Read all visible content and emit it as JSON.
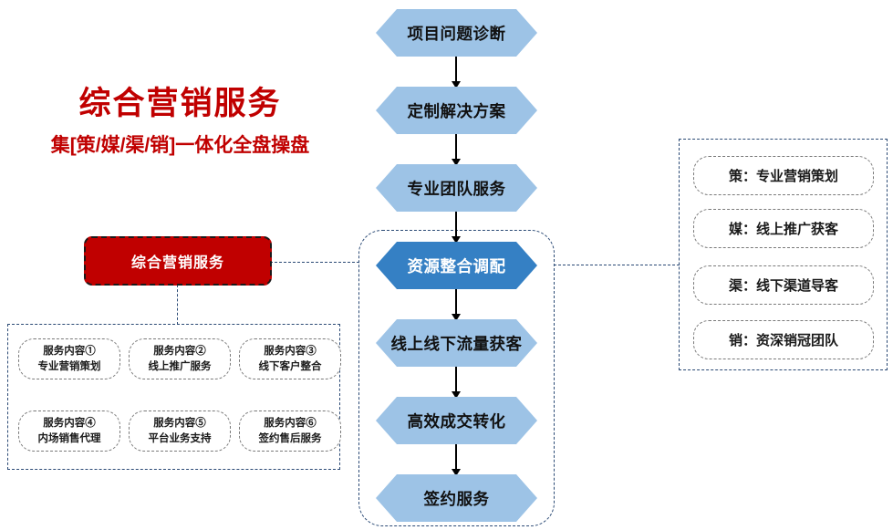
{
  "brand": {
    "title": "综合营销服务",
    "subtitle": "集[策/媒/渠/销]一体化全盘操盘",
    "color": "#c00000"
  },
  "core": {
    "label": "综合营销服务",
    "fill": "#c00000",
    "text_color": "#ffffff"
  },
  "flow": {
    "accent_light": "#9dc3e6",
    "accent_dark": "#3580c4",
    "nodes": [
      {
        "label": "项目问题诊断",
        "active": false
      },
      {
        "label": "定制解决方案",
        "active": false
      },
      {
        "label": "专业团队服务",
        "active": false
      },
      {
        "label": "资源整合调配",
        "active": true
      },
      {
        "label": "线上线下流量获客",
        "active": false
      },
      {
        "label": "高效成交转化",
        "active": false
      },
      {
        "label": "签约服务",
        "active": false
      }
    ]
  },
  "services": {
    "items": [
      {
        "title": "服务内容①",
        "desc": "专业营销策划"
      },
      {
        "title": "服务内容②",
        "desc": "线上推广服务"
      },
      {
        "title": "服务内容③",
        "desc": "线下客户整合"
      },
      {
        "title": "服务内容④",
        "desc": "内场销售代理"
      },
      {
        "title": "服务内容⑤",
        "desc": "平台业务支持"
      },
      {
        "title": "服务内容⑥",
        "desc": "签约售后服务"
      }
    ]
  },
  "pillars": {
    "items": [
      {
        "label": "策：专业营销策划"
      },
      {
        "label": "媒：线上推广获客"
      },
      {
        "label": "渠：线下渠道导客"
      },
      {
        "label": "销：资深销冠团队"
      }
    ]
  }
}
